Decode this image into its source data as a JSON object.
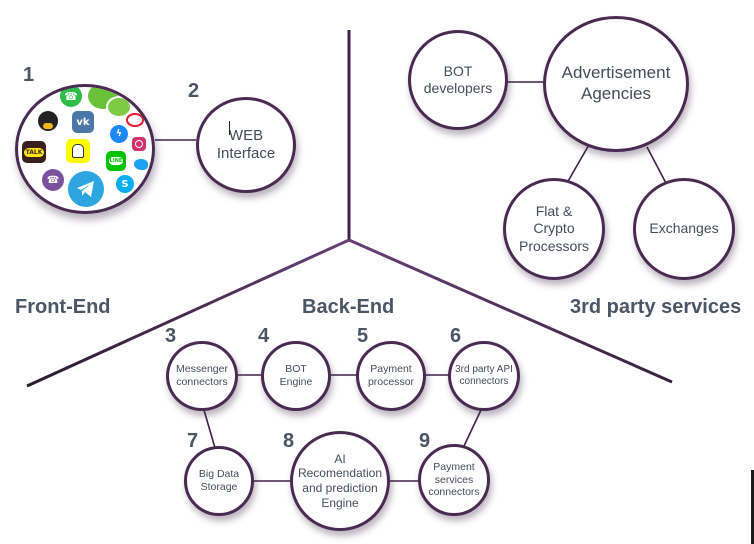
{
  "sections": {
    "front_end": "Front-End",
    "back_end": "Back-End",
    "third_party": "3rd party services"
  },
  "numbers": {
    "n1": "1",
    "n2": "2",
    "n3": "3",
    "n4": "4",
    "n5": "5",
    "n6": "6",
    "n7": "7",
    "n8": "8",
    "n9": "9"
  },
  "nodes": {
    "web_interface": "WEB\nInterface",
    "bot_developers": "BOT\ndevelopers",
    "advertisement_agencies": "Advertisement\nAgencies",
    "flat_crypto_processors": "Flat &\nCrypto\nProcessors",
    "exchanges": "Exchanges",
    "messenger_connectors": "Messenger\nconnectors",
    "bot_engine": "BOT\nEngine",
    "payment_processor": "Payment\nprocessor",
    "third_party_api_connectors": "3rd party API\nconnectors",
    "big_data_storage": "Big Data\nStorage",
    "ai_engine": "AI\nRecomendation\nand prediction\nEngine",
    "payment_services_connectors": "Payment\nservices\nconnectors"
  },
  "apps": {
    "wechat_1": "wechat-icon",
    "wechat_2": "wechat-icon",
    "whatsapp": "whatsapp-icon",
    "qq": "qq-icon",
    "vk": "vk-icon",
    "weibo": "weibo-icon",
    "messenger": "messenger-icon",
    "instagram": "instagram-icon",
    "kakaotalk": "kakaotalk-icon",
    "kakaotalk_text": "TALK",
    "snapchat": "snapchat-icon",
    "line": "line-icon",
    "line_text": "LINE",
    "twitter": "twitter-icon",
    "viber": "viber-icon",
    "telegram": "telegram-icon",
    "skype": "skype-icon"
  },
  "colors": {
    "line": "#3f2147",
    "node_border": "#4a2a52",
    "text": "#4a5565"
  }
}
